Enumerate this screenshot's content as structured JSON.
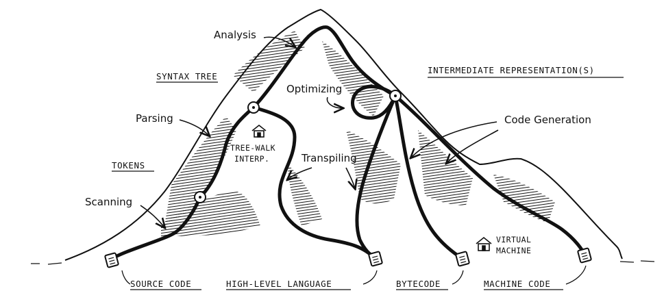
{
  "labels": {
    "analysis": "Analysis",
    "syntax_tree": "SYNTAX TREE",
    "parsing": "Parsing",
    "tokens": "TOKENS",
    "scanning": "Scanning",
    "tree_walk_1": "TREE-WALK",
    "tree_walk_2": "INTERP.",
    "transpiling": "Transpiling",
    "optimizing": "Optimizing",
    "intermediate": "INTERMEDIATE REPRESENTATION(S)",
    "code_generation": "Code Generation",
    "virtual_1": "VIRTUAL",
    "virtual_2": "MACHINE",
    "source_code": "SOURCE CODE",
    "high_level_language": "HIGH-LEVEL LANGUAGE",
    "bytecode": "BYTECODE",
    "machine_code": "MACHINE CODE"
  },
  "icons": [
    "house-icon",
    "scroll-icon",
    "waypoint-icon"
  ],
  "colors": {
    "ink": "#111111",
    "paper": "#ffffff"
  }
}
